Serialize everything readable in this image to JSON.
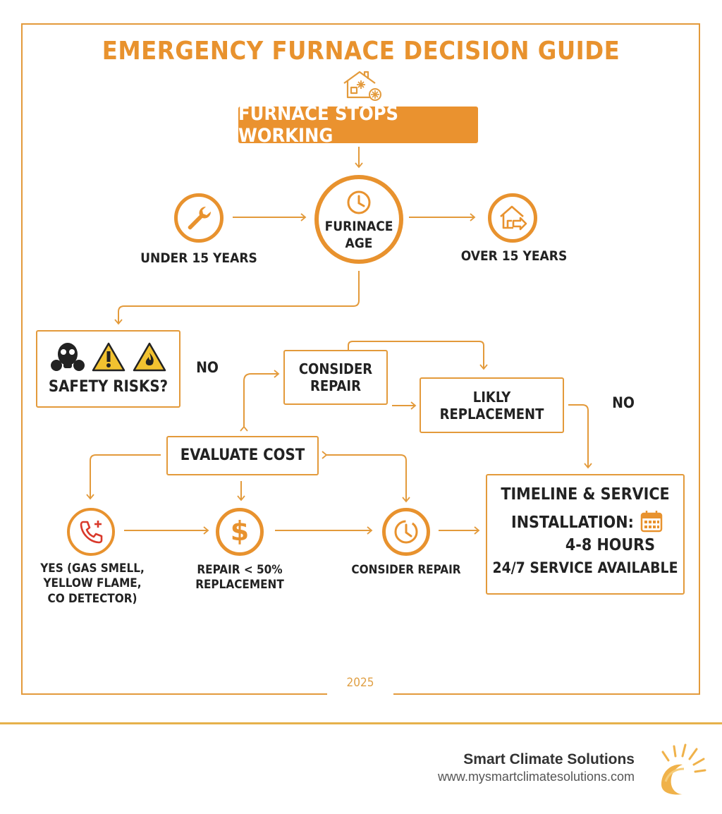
{
  "title": "EMERGENCY FURNACE DECISION GUIDE",
  "start": "FURNACE STOPS WORKING",
  "age": {
    "line1": "FURINACE",
    "line2": "AGE"
  },
  "under": "UNDER 15 YEARS",
  "over": "OVER 15 YEARS",
  "safety": "SAFETY RISKS?",
  "no_left": "NO",
  "no_right": "NO",
  "consider_repair_box": {
    "line1": "CONSIDER",
    "line2": "REPAIR"
  },
  "likely": {
    "line1": "LIKLY",
    "line2": "REPLACEMENT"
  },
  "evaluate": "EVALUATE COST",
  "yes": {
    "line1": "YES (GAS SMELL,",
    "line2": "YELLOW FLAME,",
    "line3": "CO DETECTOR)"
  },
  "repair_cost": {
    "line1": "REPAIR < 50%",
    "line2": "REPLACEMENT"
  },
  "consider_repair": "CONSIDER REPAIR",
  "timeline": {
    "title": "TIMELINE & SERVICE",
    "install_label": "INSTALLATION:",
    "install_hours": "4-8 HOURS",
    "service": "24/7 SERVICE AVAILABLE"
  },
  "year": "2025",
  "brand": {
    "name": "Smart Climate Solutions",
    "url": "www.mysmartclimatesolutions.com"
  },
  "colors": {
    "accent": "#e8922e",
    "line": "#e39a3b",
    "red": "#d9392b",
    "yellow": "#f2c230"
  },
  "icons": [
    "house-snowflake-icon",
    "clock-icon",
    "wrench-icon",
    "house-arrow-icon",
    "gas-mask-icon",
    "warning-icon",
    "fire-warning-icon",
    "phone-icon",
    "dollar-icon",
    "timer-icon",
    "calendar-icon",
    "sun-logo-icon"
  ]
}
